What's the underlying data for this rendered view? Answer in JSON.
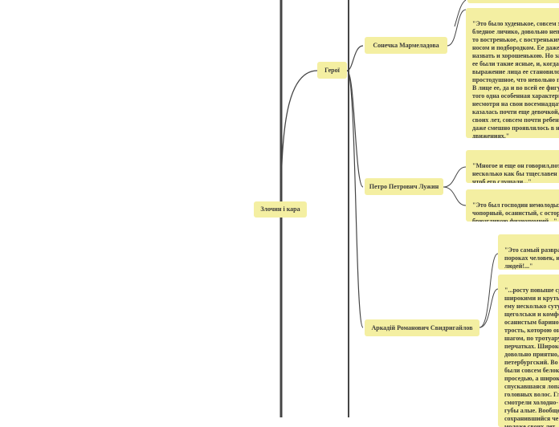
{
  "root": {
    "label": "Злочин і кара"
  },
  "branch": {
    "label": "Герої"
  },
  "characters": [
    {
      "name": "Сонечка Мармеладова",
      "quotes": [
        "\"Это было худенькое, совсем х\nбледное личико, довольно непр\nто востренькое, с востреньким\nносом и подбородком. Ее даже\nназвать и хорошенькою. Но за\nее были такие ясные, и, когда\nвыражение лица ее становилось\nпростодушное, что невольно п\nВ лице ее, да и во всей ее фигу\nтого одна особенная характерн\nнесмотря на свои восемнадцат\nказалась почти еще девочкой, г\nсвоих лет, совсем почти ребен\nдаже смешно проявлялось в н\nдвижениях.\""
      ]
    },
    {
      "name": "Петро Петрович Лужин",
      "quotes": [
        "\"Многое и еще он говорил,пот\nнесколько как бы тщеславен и\nчтоб его слушали...\"",
        "\"Это был господин немолодых\nчопорный, осанистый, с остор\nбрюзгливою физиономией...\""
      ]
    },
    {
      "name": "Аркадій Романович Свидригайлов",
      "quotes": [
        "\"Это самый развра\nпороках человек, и\nлюдей!...\"",
        "\"...росту повыше ср\nширокими и крутых\nему несколько суту\nщеголськи и комфо\nосанистым барино\nтрость, которою он\nшагом, по тротуару\nперчатках. Широкс\nдовольно приятно,\nпетербургский. Во\nбыли совсем белок\nпроседью, а широк\nспускавшаяся лопа\nголовных волос. Гл\nсмотрели холодно-\nгубы алые. Вообще\nсохранившийся че\nмоложе своих лет...\""
      ]
    }
  ],
  "colors": {
    "node": "#f4efa2",
    "line": "#454545",
    "text": "#3a3a3a"
  }
}
